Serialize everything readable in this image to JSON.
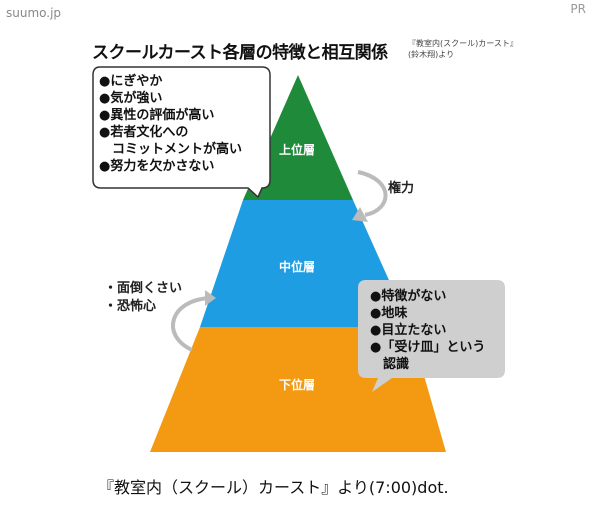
{
  "site": "suumo.jp",
  "pr_badge": "PR",
  "diagram": {
    "title": "スクールカースト各層の特徴と相互関係",
    "source_line1": "『教室内(スクール)カースト』",
    "source_line2": "(鈴木翔)より",
    "tiers": [
      {
        "label": "上位層",
        "color": "#1e8a3a"
      },
      {
        "label": "中位層",
        "color": "#1f9de2"
      },
      {
        "label": "下位層",
        "color": "#f39a12"
      }
    ],
    "upper_traits": [
      "●にぎやか",
      "●気が強い",
      "●異性の評価が高い",
      "●若者文化への",
      "　コミットメントが高い",
      "●努力を欠かさない"
    ],
    "lower_traits": [
      "●特徴がない",
      "●地味",
      "●目立たない",
      "●「受け皿」という",
      "　認識"
    ],
    "power_label": "権力",
    "middle_attitudes": [
      "・面倒くさい",
      "・恐怖心"
    ]
  },
  "caption": "『教室内（スクール）カースト』より(7:00)dot."
}
